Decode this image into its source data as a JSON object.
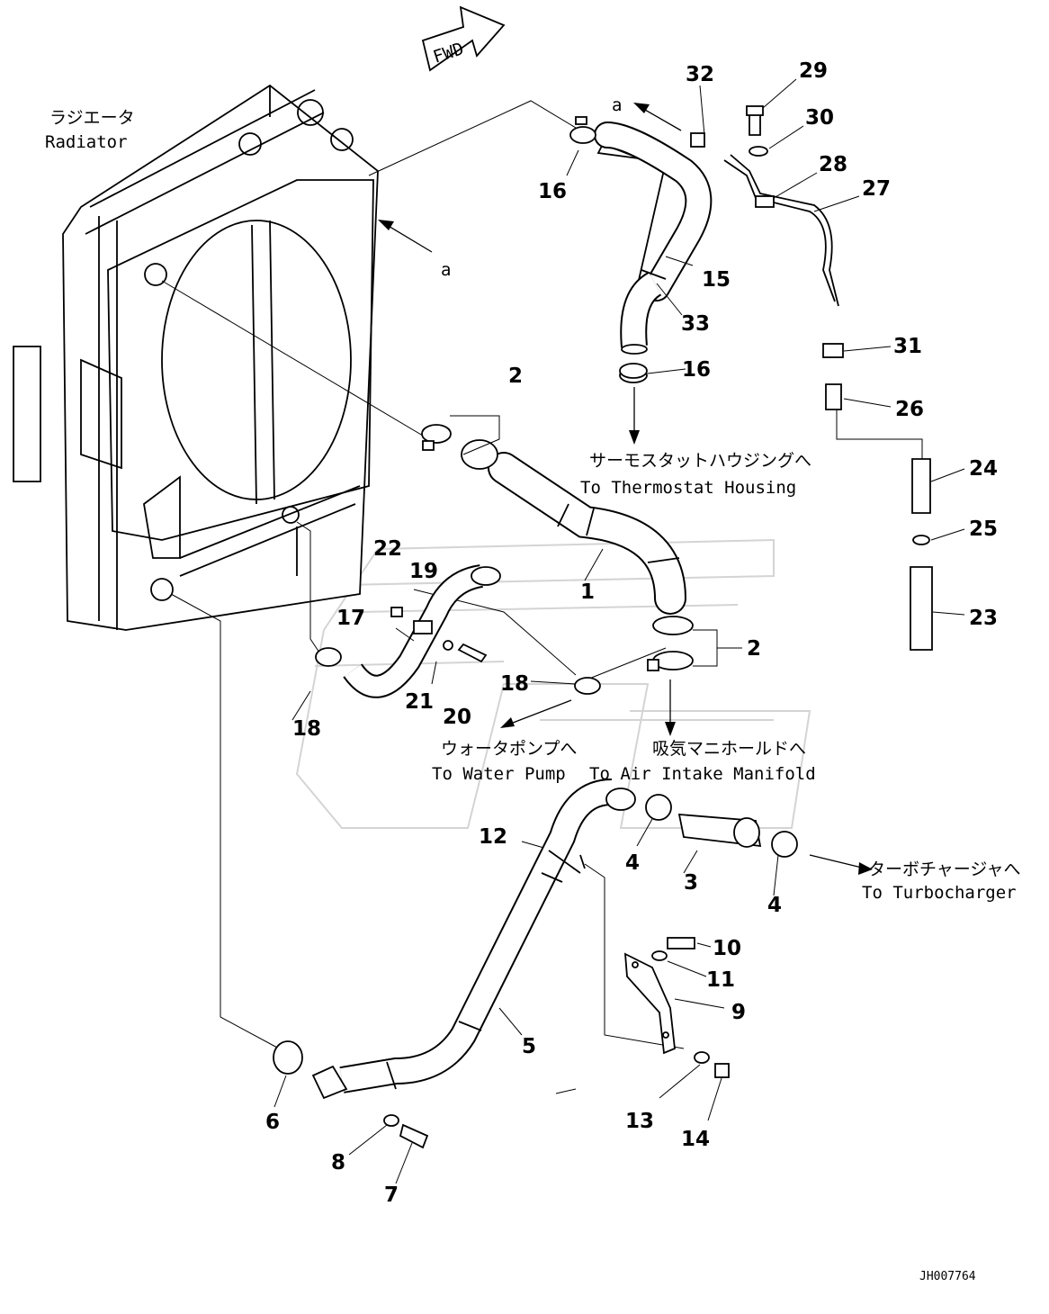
{
  "fwd_label": "FWD",
  "radiator_label": {
    "ja": "ラジエータ",
    "en": "Radiator"
  },
  "ref_a": [
    "a",
    "a"
  ],
  "destinations": {
    "thermostat": {
      "ja": "サーモスタットハウジングへ",
      "en": "To Thermostat Housing"
    },
    "water_pump": {
      "ja": "ウォータポンプへ",
      "en": "To Water Pump"
    },
    "air_intake": {
      "ja": "吸気マニホールドへ",
      "en": "To Air Intake Manifold"
    },
    "turbo": {
      "ja": "ターボチャージャへ",
      "en": "To Turbocharger"
    }
  },
  "callouts": {
    "n1": "1",
    "n2a": "2",
    "n2b": "2",
    "n3": "3",
    "n4a": "4",
    "n4b": "4",
    "n5": "5",
    "n6": "6",
    "n7": "7",
    "n8": "8",
    "n9": "9",
    "n10": "10",
    "n11": "11",
    "n12": "12",
    "n13": "13",
    "n14": "14",
    "n15": "15",
    "n16a": "16",
    "n16b": "16",
    "n17": "17",
    "n18a": "18",
    "n18b": "18",
    "n19": "19",
    "n20": "20",
    "n21": "21",
    "n22": "22",
    "n23": "23",
    "n24": "24",
    "n25": "25",
    "n26": "26",
    "n27": "27",
    "n28": "28",
    "n29": "29",
    "n30": "30",
    "n31": "31",
    "n32": "32",
    "n33": "33"
  },
  "drawing_code": "JH007764"
}
